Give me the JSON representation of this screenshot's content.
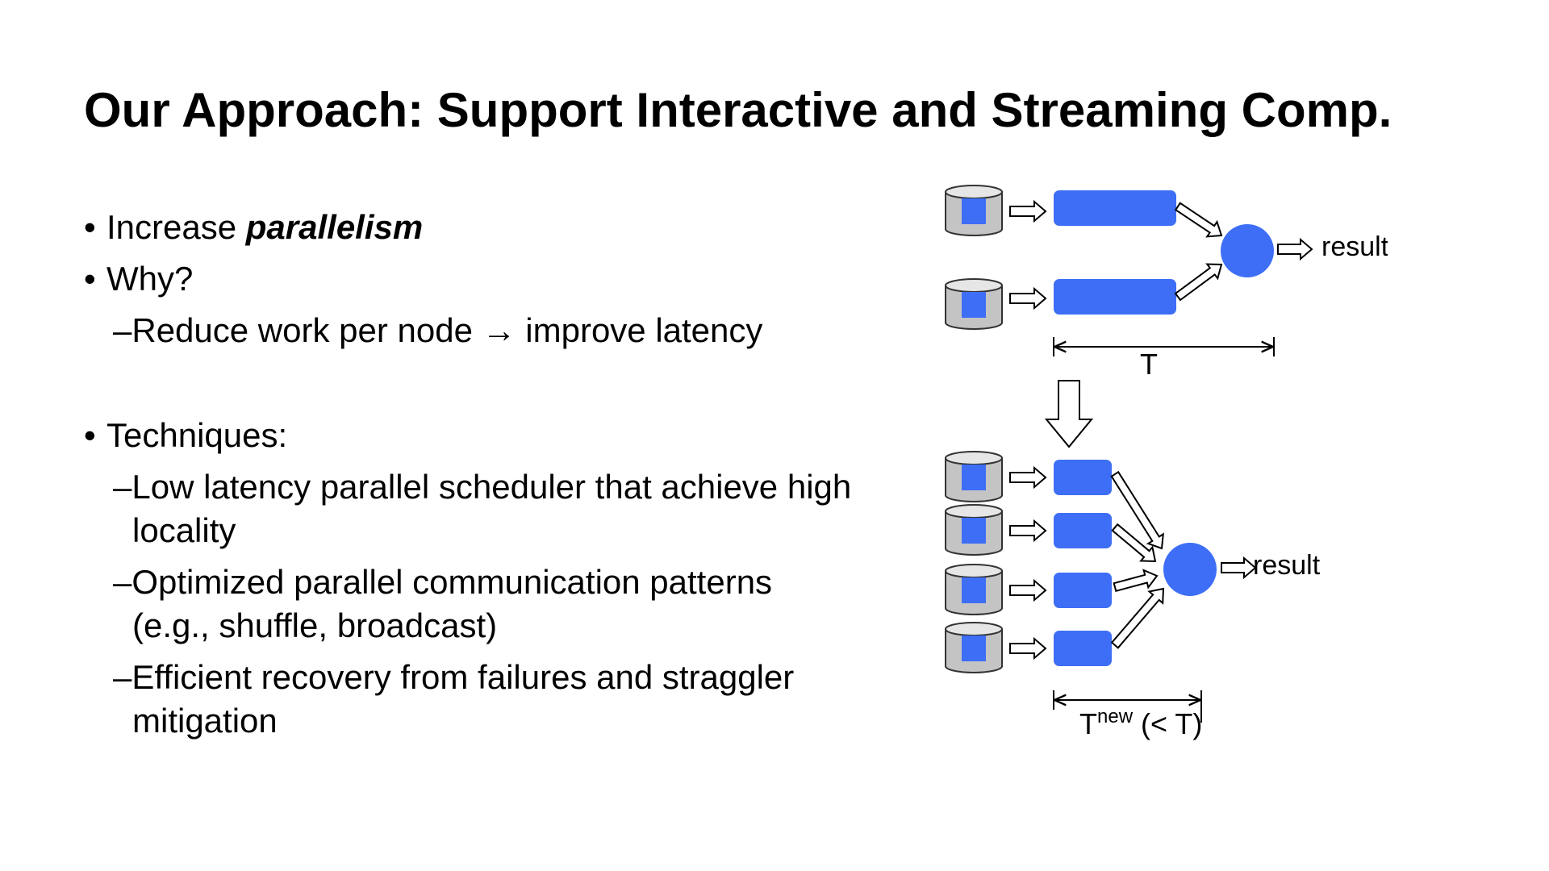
{
  "slide": {
    "title": "Our Approach: Support Interactive and Streaming Comp.",
    "bullets": {
      "b1_prefix": "Increase ",
      "b1_emph": "parallelism",
      "b2": "Why?",
      "b2_sub1": "–Reduce work per node → improve latency",
      "b3": "Techniques:",
      "b3_sub1_line1": "–Low latency parallel scheduler that achieve high",
      "b3_sub1_line2": "locality",
      "b3_sub2_line1": "–Optimized parallel communication patterns",
      "b3_sub2_line2": "(e.g., shuffle, broadcast)",
      "b3_sub3_line1": "–Efficient recovery from failures and straggler",
      "b3_sub3_line2": "mitigation"
    },
    "bullet_glyph": "•"
  },
  "diagram": {
    "top": {
      "result_label": "result",
      "time_label": "T"
    },
    "bottom": {
      "result_label": "result",
      "time_label": "T",
      "time_superscript": "new",
      "time_suffix": " (< T)"
    },
    "colors": {
      "task_blue": "#3d6ef5",
      "disk_gray": "#c4c4c4",
      "outline": "#333333"
    }
  }
}
